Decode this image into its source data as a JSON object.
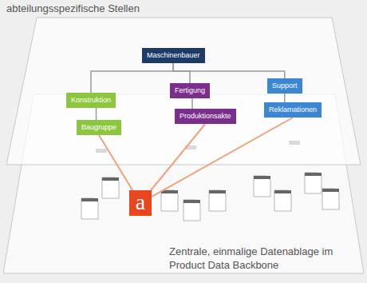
{
  "diagram": {
    "nodes": [
      {
        "text": [
          "Maschinenbauer"
        ]
      },
      {
        "text": [
          "Konstruktion"
        ]
      },
      {
        "text": [
          "Fertigung"
        ]
      },
      {
        "text": [
          "Support"
        ]
      },
      {
        "text": [
          "Baugruppe"
        ]
      },
      {
        "text": [
          "Produktionsakte"
        ]
      },
      {
        "text": [
          "Reklamationen"
        ]
      },
      {
        "text": [
          "a"
        ]
      }
    ],
    "edges": [
      {
        "from": 0,
        "to": 1,
        "arrow": "none"
      },
      {
        "from": 0,
        "to": 2,
        "arrow": "none"
      },
      {
        "from": 0,
        "to": 3,
        "arrow": "none"
      },
      {
        "from": 1,
        "to": 4,
        "arrow": "none"
      },
      {
        "from": 2,
        "to": 5,
        "arrow": "none"
      },
      {
        "from": 3,
        "to": 6,
        "arrow": "none"
      },
      {
        "from": 4,
        "to": 7,
        "arrow": "none"
      },
      {
        "from": 5,
        "to": 7,
        "arrow": "none"
      },
      {
        "from": 6,
        "to": 7,
        "arrow": "none"
      }
    ],
    "labels": [
      "abteilungsspezifische Stellen",
      "Zentrale, einmalige Datenablage im Product Data Backbone"
    ]
  }
}
